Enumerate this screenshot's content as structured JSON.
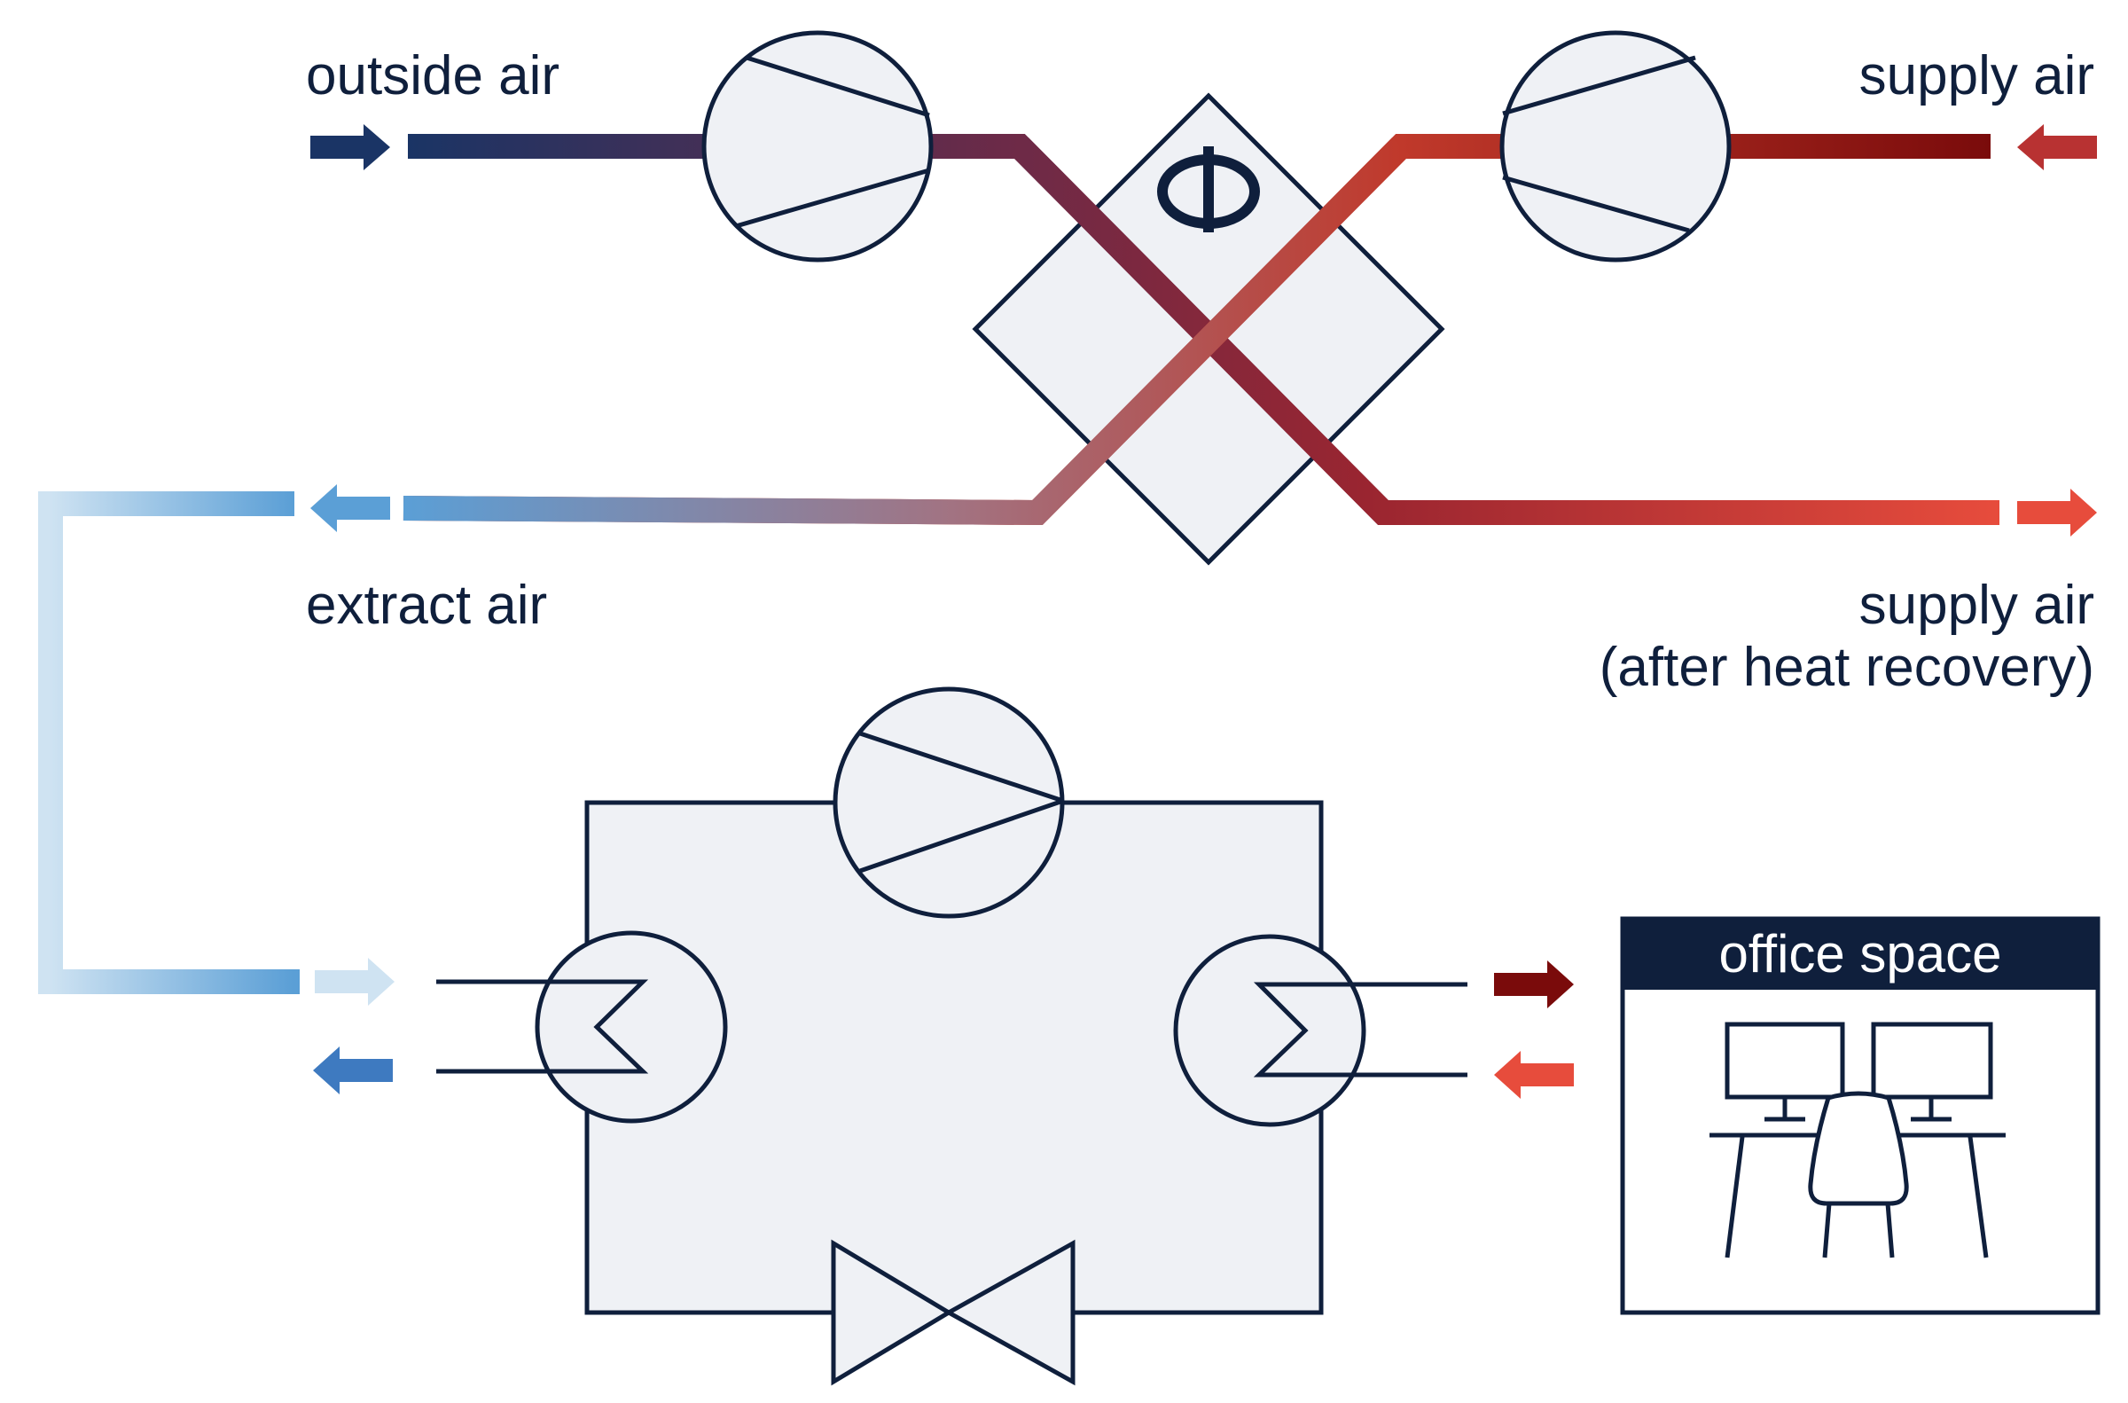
{
  "labels": {
    "outside_air": "outside air",
    "supply_air": "supply air",
    "extract_air": "extract air",
    "supply_air_after_line1": "supply air",
    "supply_air_after_line2": "(after heat recovery)",
    "office_space": "office space",
    "phi_symbol": "Φ"
  },
  "colors": {
    "outline": "#0f1f3c",
    "fill": "#eff1f5",
    "outside_air": "#1a3465",
    "supply_air": "#7a0b0b",
    "warm_red": "#e74c3c",
    "extract_blue": "#5b9fd6",
    "light_blue": "#cfe3f2"
  },
  "icons": [
    "fan-icon",
    "heat-exchanger-icon",
    "compressor-icon",
    "expansion-valve-icon",
    "coil-icon",
    "desk-icon",
    "monitor-icon",
    "chair-icon",
    "arrow-icon"
  ]
}
